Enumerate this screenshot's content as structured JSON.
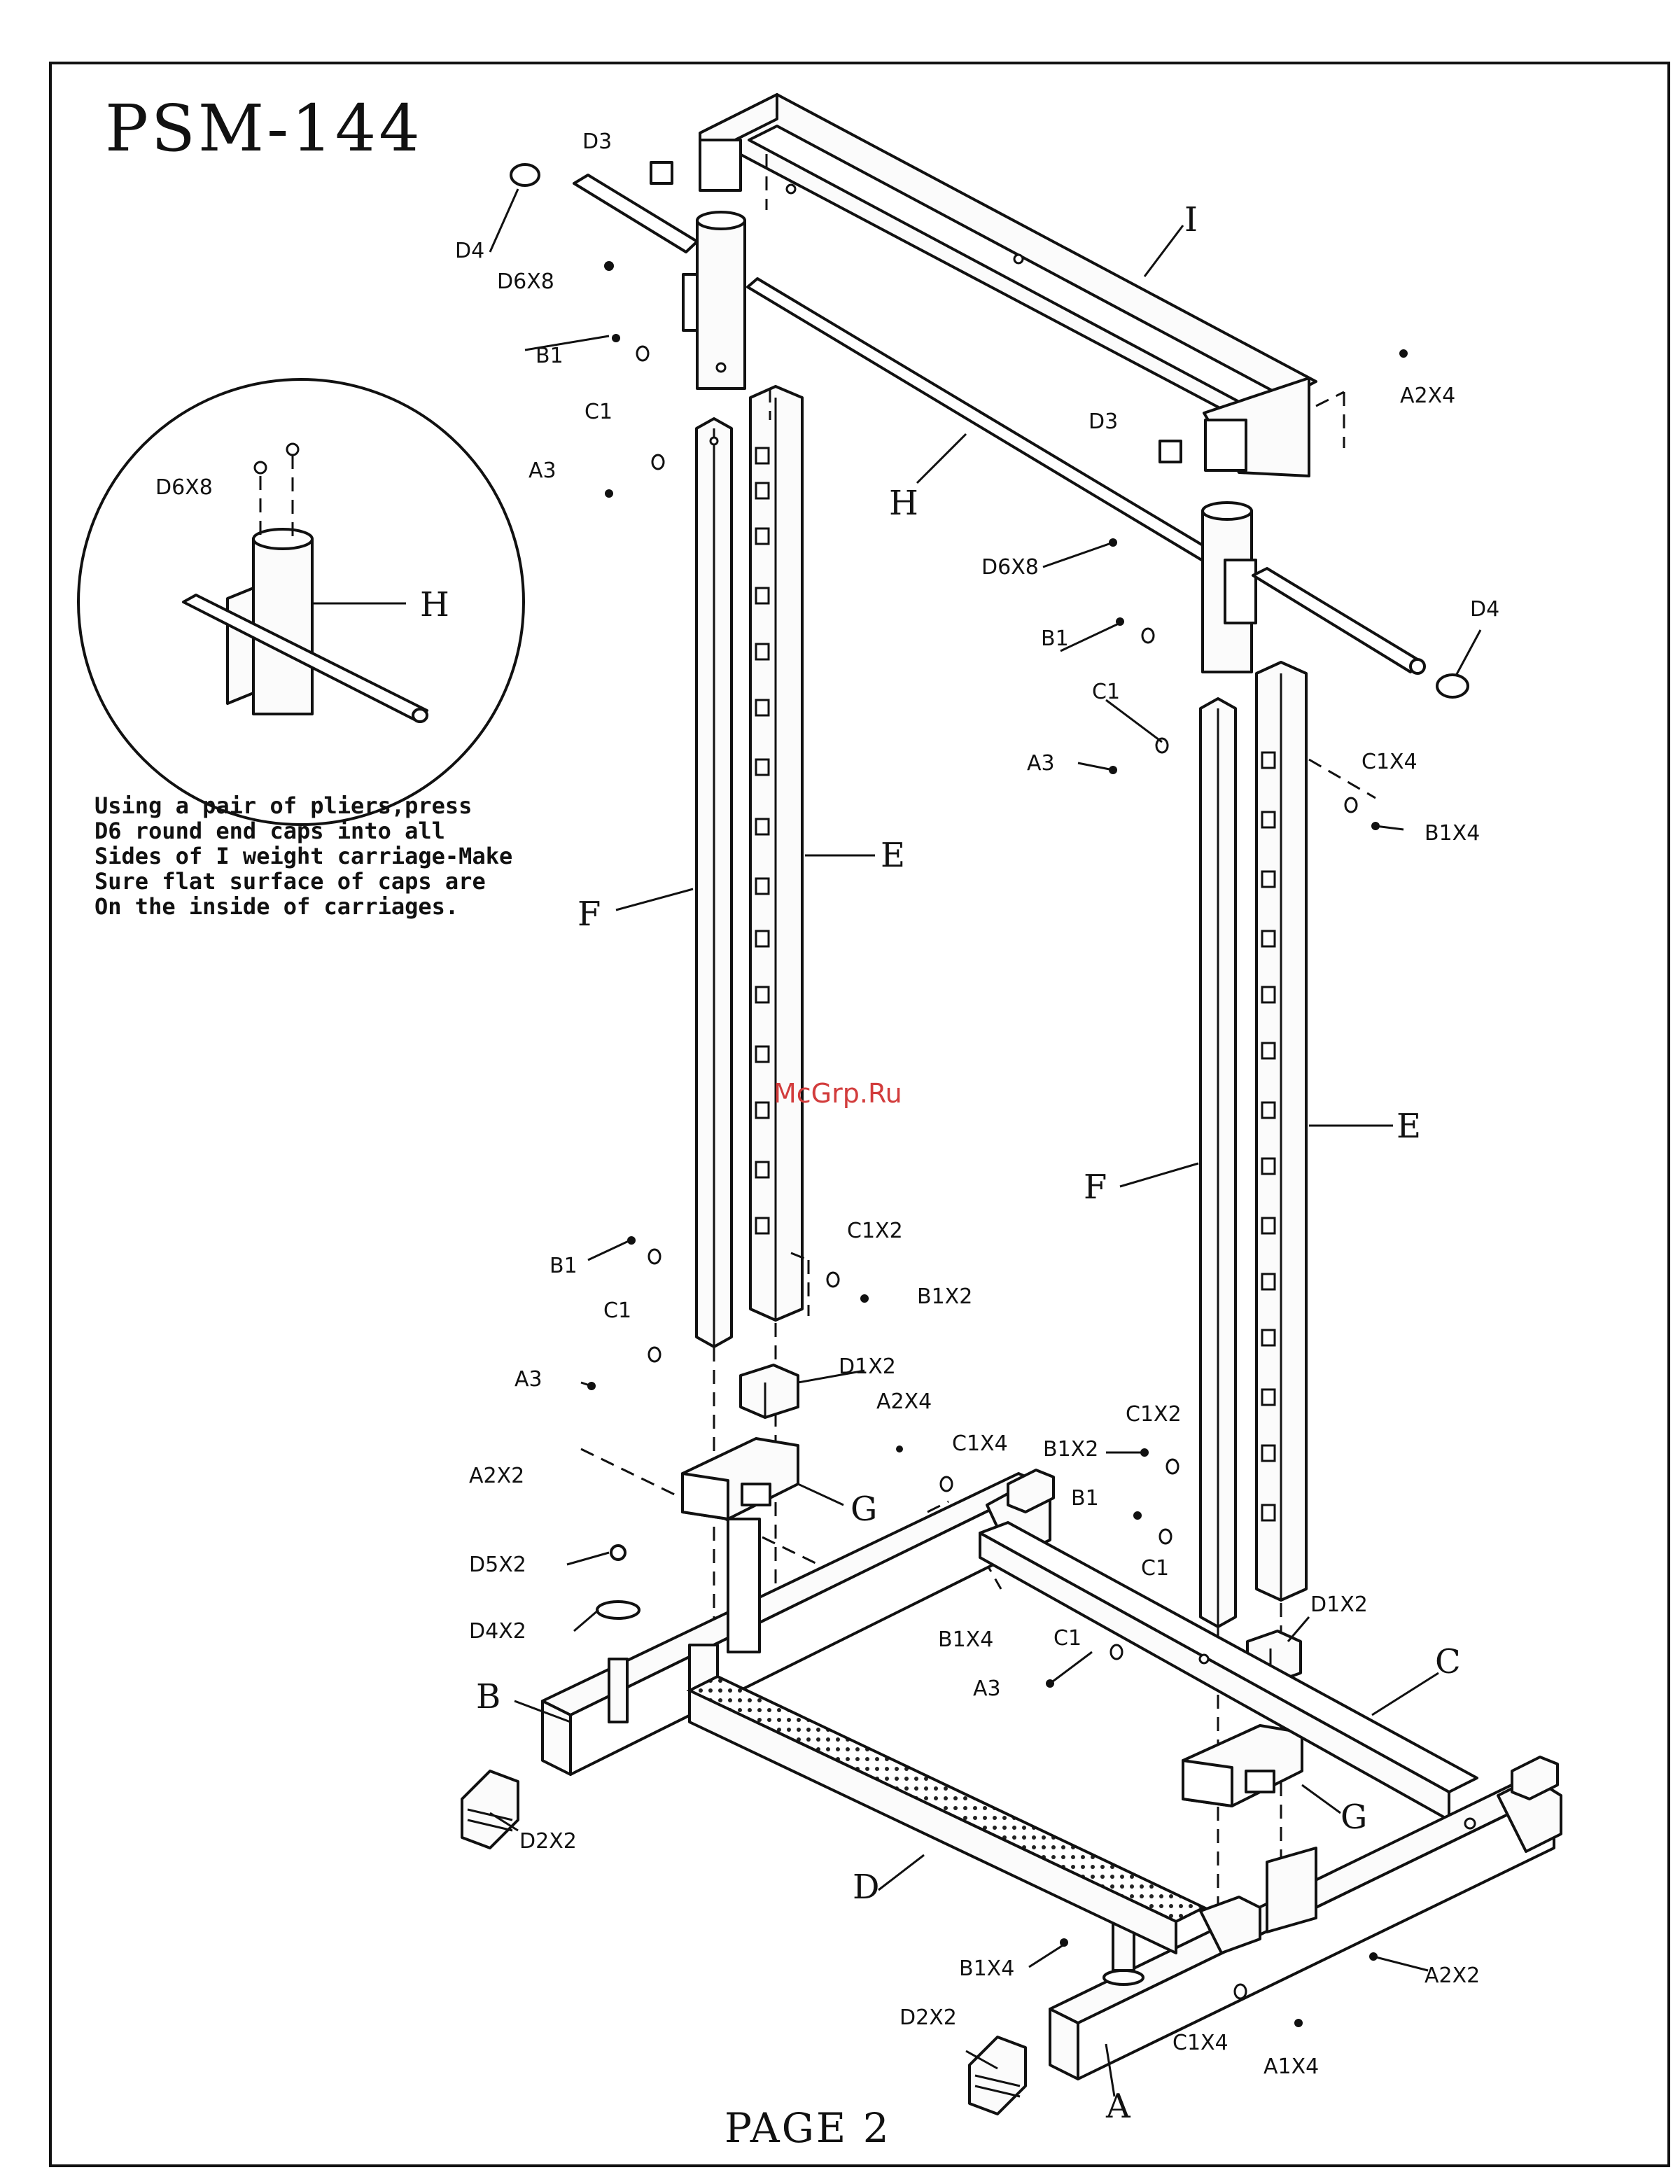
{
  "title": "PSM-144",
  "footer": "PAGE 2",
  "watermark": "McGrp.Ru",
  "instructions": [
    "Using a pair of pliers,press",
    "D6 round end caps into all",
    "Sides of I weight carriage-Make",
    "Sure flat surface of caps are",
    "On the inside of carriages."
  ],
  "detail_inset": {
    "labels": {
      "cap": "D6X8",
      "part": "H"
    }
  },
  "part_labels": {
    "i": "I",
    "h": "H",
    "e_left": "E",
    "e_right": "E",
    "f_left": "F",
    "f_right": "F",
    "g_left": "G",
    "g_right": "G",
    "b": "B",
    "c": "C",
    "d": "D",
    "a": "A"
  },
  "hardware_labels": {
    "d3_left": "D3",
    "d4_left": "D4",
    "d6x8_left": "D6X8",
    "b1_top_left": "B1",
    "c1_top_left": "C1",
    "a3_top_left": "A3",
    "d3_right": "D3",
    "a2x4_top": "A2X4",
    "d6x8_right": "D6X8",
    "d4_right": "D4",
    "b1_top_right": "B1",
    "c1_top_right": "C1",
    "a3_top_right": "A3",
    "c1x4_right": "C1X4",
    "b1x4_right": "B1X4",
    "b1_low_left": "B1",
    "c1_low_left": "C1",
    "a3_low_left": "A3",
    "c1x2_low_left": "C1X2",
    "b1x2_low_left": "B1X2",
    "d1x2_left": "D1X2",
    "a2x4_mid": "A2X4",
    "c1x4_mid": "C1X4",
    "a2x2_left": "A2X2",
    "c1x2_low_right": "C1X2",
    "b1x2_low_right": "B1X2",
    "b1_low_right": "B1",
    "c1_low_right": "C1",
    "d5x2": "D5X2",
    "d4x2": "D4X2",
    "b1x4_base": "B1X4",
    "c1_base": "C1",
    "a3_base": "A3",
    "d1x2_right": "D1X2",
    "d2x2_left": "D2X2",
    "d2x2_right": "D2X2",
    "b1x4_bottom": "B1X4",
    "a2x2_right": "A2X2",
    "c1x4_bottom": "C1X4",
    "a1x4": "A1X4"
  }
}
